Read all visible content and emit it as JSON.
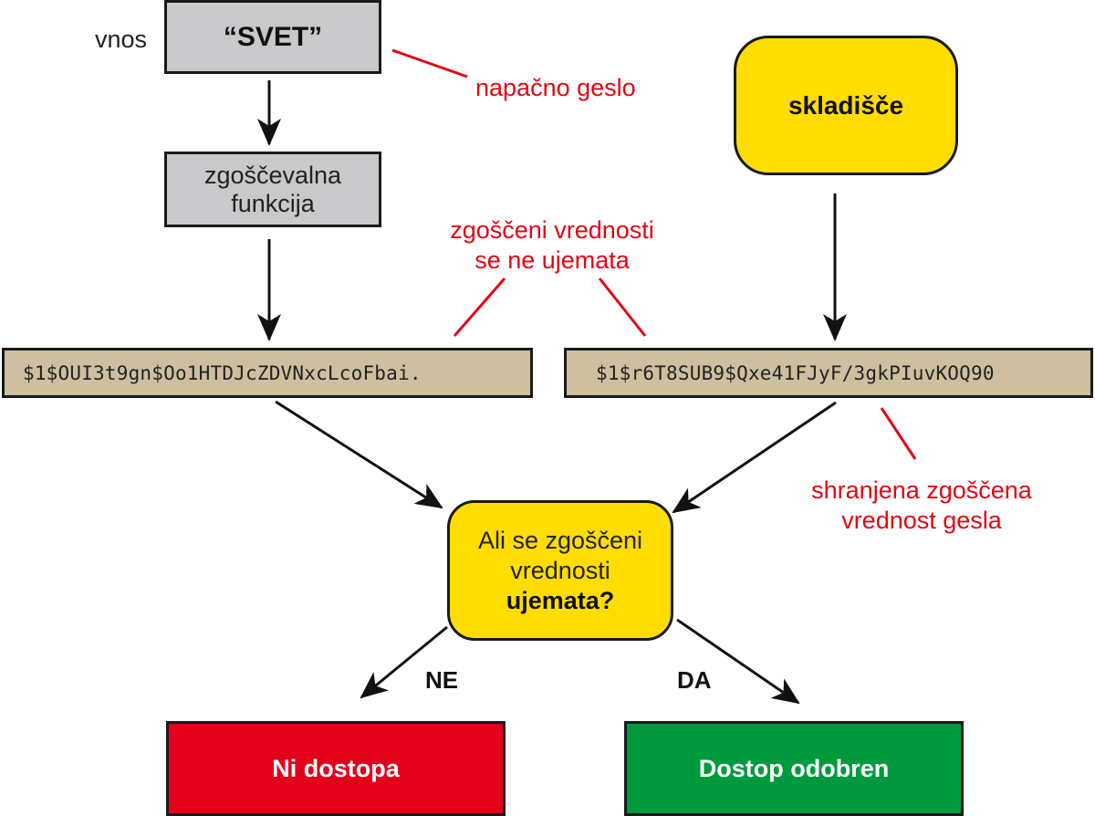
{
  "input": {
    "label": "vnos",
    "value": "“SVET”"
  },
  "hash_function": {
    "line1": "zgoščevalna",
    "line2": "funkcija"
  },
  "storage": {
    "label": "skladišče"
  },
  "hashes": {
    "computed": "$1$OUI3t9gn$Oo1HTDJcZDVNxcLcoFbai.",
    "stored": "$1$r6T8SUB9$Qxe41FJyF/3gkPIuvKOQ90"
  },
  "notes": {
    "wrong_password": "napačno geslo",
    "mismatch_line1": "zgoščeni vrednosti",
    "mismatch_line2": "se ne ujemata",
    "stored_line1": "shranjena zgoščena",
    "stored_line2": "vrednost gesla"
  },
  "decision": {
    "line1": "Ali se zgoščeni",
    "line2": "vrednosti",
    "line3": "ujemata?",
    "no_label": "NE",
    "yes_label": "DA"
  },
  "outcomes": {
    "denied": "Ni dostopa",
    "granted": "Dostop odobren"
  },
  "colors": {
    "gray_box": "#c9c9cb",
    "hash_box": "#cdbf9f",
    "yellow": "#ffdd00",
    "red": "#e2001a",
    "green": "#009a3e",
    "note_text": "#e30613"
  }
}
